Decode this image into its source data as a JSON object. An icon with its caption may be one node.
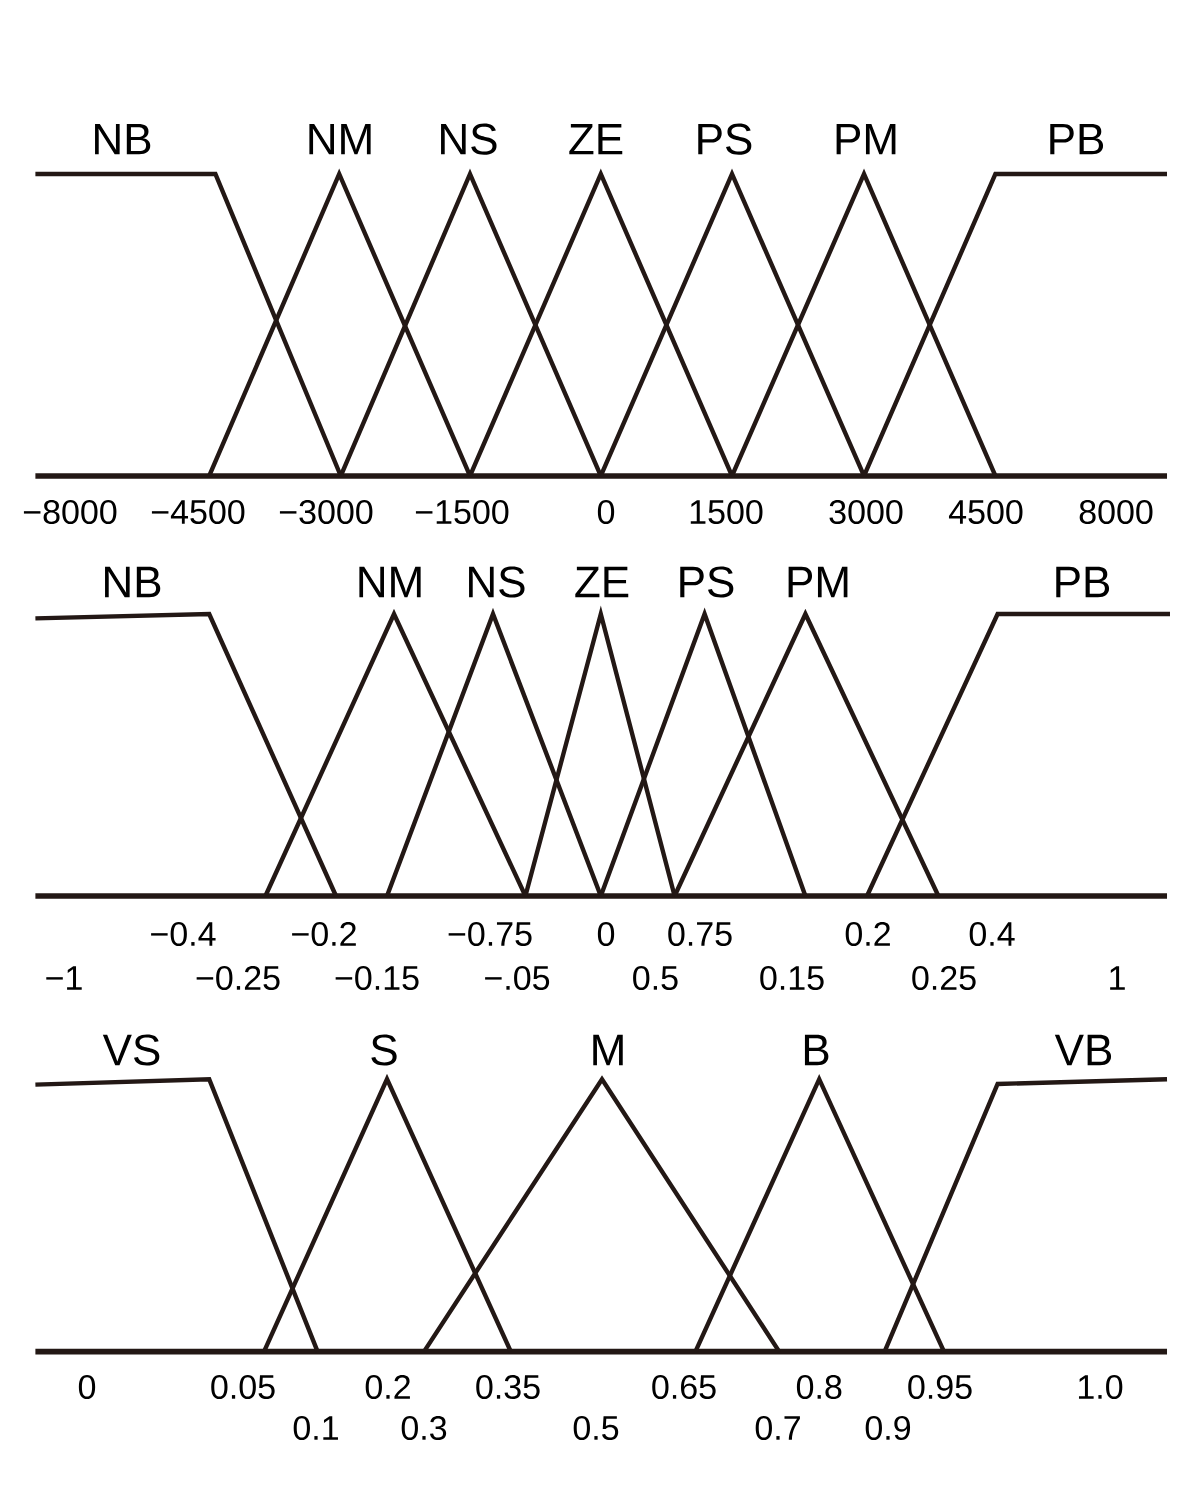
{
  "diagram": {
    "labels": [
      "NB",
      "NM",
      "NS",
      "ZE",
      "PS",
      "PM",
      "PB",
      "−8000",
      "−4500",
      "−3000",
      "−1500",
      "0",
      "1500",
      "3000",
      "4500",
      "8000",
      "NB",
      "NM",
      "NS",
      "ZE",
      "PS",
      "PM",
      "PB",
      "−0.4",
      "−0.2",
      "−0.75",
      "0",
      "0.75",
      "0.2",
      "0.4",
      "−1",
      "−0.25",
      "−0.15",
      "−.05",
      "0.5",
      "0.15",
      "0.25",
      "1",
      "VS",
      "S",
      "M",
      "B",
      "VB",
      "0",
      "0.05",
      "0.2",
      "0.35",
      "0.65",
      "0.8",
      "0.95",
      "1.0",
      "0.1",
      "0.3",
      "0.5",
      "0.7",
      "0.9"
    ]
  }
}
